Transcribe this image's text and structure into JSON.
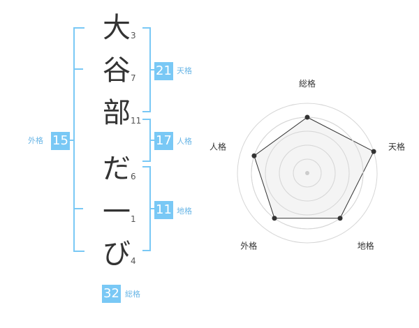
{
  "name_chars": [
    {
      "char": "大",
      "strokes": "3"
    },
    {
      "char": "谷",
      "strokes": "7"
    },
    {
      "char": "部",
      "strokes": "11"
    },
    {
      "char": "だ",
      "strokes": "6"
    },
    {
      "char": "一",
      "strokes": "1"
    },
    {
      "char": "び",
      "strokes": "4"
    }
  ],
  "gaku": {
    "outer": {
      "value": "15",
      "label": "外格"
    },
    "heaven": {
      "value": "21",
      "label": "天格"
    },
    "person": {
      "value": "17",
      "label": "人格"
    },
    "earth": {
      "value": "11",
      "label": "地格"
    },
    "total": {
      "value": "32",
      "label": "総格"
    }
  },
  "chart_data": {
    "type": "radar",
    "axes": [
      "総格",
      "天格",
      "地格",
      "外格",
      "人格"
    ],
    "values": [
      4,
      5,
      4,
      4,
      4
    ],
    "max": 5,
    "grid_levels": 5
  },
  "colors": {
    "accent": "#79c8f5",
    "label": "#6ab6e6",
    "radar_fill": "#f0f0f0",
    "radar_grid": "#d6d6d6",
    "radar_line": "#333333"
  }
}
